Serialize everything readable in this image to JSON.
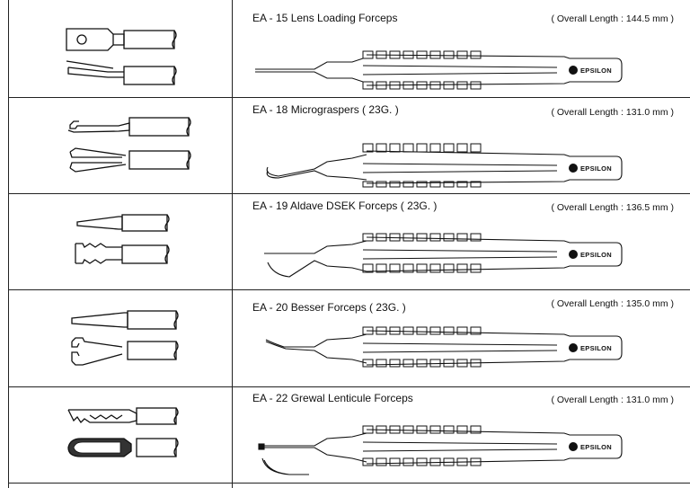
{
  "products": [
    {
      "code_title": "EA - 15  Lens Loading Forceps",
      "length": "( Overall Length : 144.5 mm )",
      "brand": "EPSILON",
      "tip": "lens-loading"
    },
    {
      "code_title": "EA - 18  Micrograspers ( 23G. )",
      "length": "( Overall Length : 131.0 mm )",
      "brand": "EPSILON",
      "tip": "micrograsper"
    },
    {
      "code_title": "EA - 19   Aldave DSEK Forceps ( 23G. )",
      "length": "( Overall Length : 136.5 mm )",
      "brand": "EPSILON",
      "tip": "aldave"
    },
    {
      "code_title": "EA - 20  Besser Forceps ( 23G. )",
      "length": "( Overall Length : 135.0 mm )",
      "brand": "EPSILON",
      "tip": "besser"
    },
    {
      "code_title": "EA - 22  Grewal Lenticule Forceps",
      "length": "( Overall Length : 131.0 mm )",
      "brand": "EPSILON",
      "tip": "grewal"
    }
  ]
}
